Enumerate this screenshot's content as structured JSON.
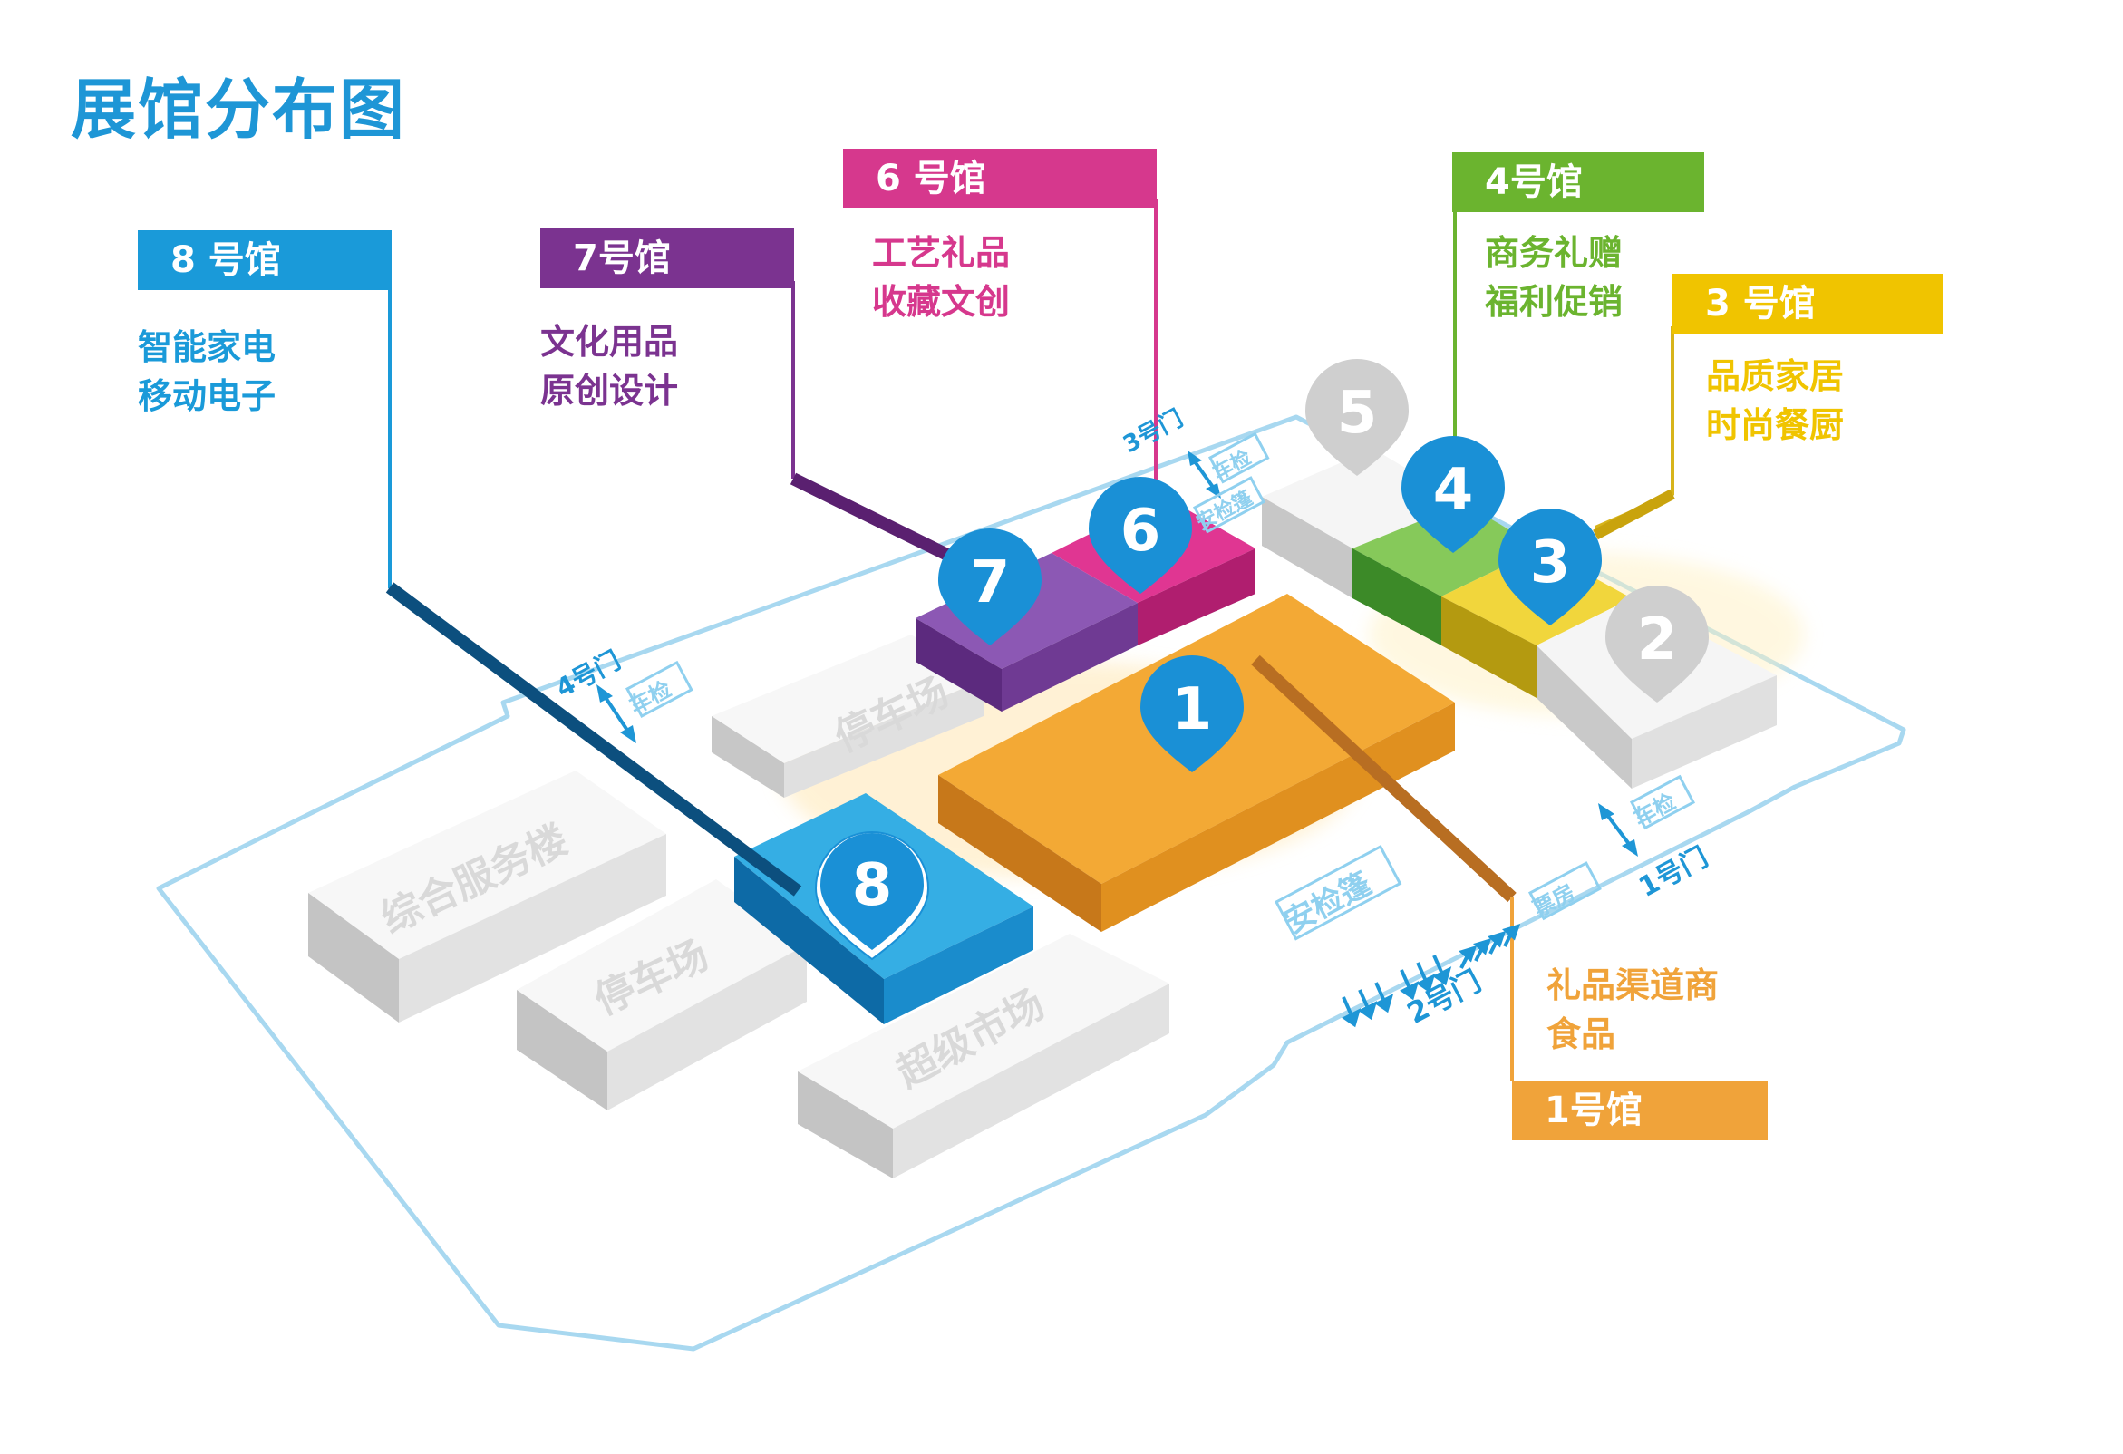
{
  "title": "展馆分布图",
  "halls": {
    "h8": {
      "name": "8 号馆",
      "lines": [
        "智能家电",
        "移动电子"
      ],
      "number": "8",
      "color": "#1a9ad9"
    },
    "h7": {
      "name": "7号馆",
      "lines": [
        "文化用品",
        "原创设计"
      ],
      "number": "7",
      "color": "#7b3390"
    },
    "h6": {
      "name": "6 号馆",
      "lines": [
        "工艺礼品",
        "收藏文创"
      ],
      "number": "6",
      "color": "#d6388d"
    },
    "h4": {
      "name": "4号馆",
      "lines": [
        "商务礼赠",
        "福利促销"
      ],
      "number": "4",
      "color": "#6bb42f"
    },
    "h3": {
      "name": "3 号馆",
      "lines": [
        "品质家居",
        "时尚餐厨"
      ],
      "number": "3",
      "color": "#f0c400"
    },
    "h1": {
      "name": "1号馆",
      "lines": [
        "礼品渠道商",
        "食品"
      ],
      "number": "1",
      "color": "#f0a33a"
    },
    "h5": {
      "number": "5"
    },
    "h2": {
      "number": "2"
    }
  },
  "buildings": {
    "service": "综合服务楼",
    "parking_front": "停车场",
    "parking_back": "停车场",
    "supermarket": "超级市场"
  },
  "gates": {
    "g1": "1号门",
    "g2": "2号门",
    "g3": "3号门",
    "g4": "4号门",
    "car_check": "车检",
    "security": "安检篷",
    "ticket": "票房"
  },
  "colors": {
    "title": "#1e96d6",
    "pin": "#1a90d6",
    "pin_gray": "#cfcfcf",
    "outline": "#a8d8f0"
  }
}
